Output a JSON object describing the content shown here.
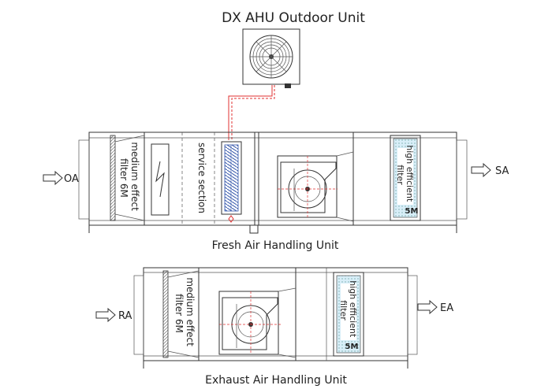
{
  "title": "DX AHU Outdoor Unit",
  "colors": {
    "line": "#333333",
    "refrigerant_pipe": "#e03030",
    "coil": "#3355aa",
    "filter_fill": "#cfe8f5"
  },
  "fresh_unit": {
    "label": "Fresh Air Handling Unit",
    "inlet": "OA",
    "outlet": "SA",
    "filter_line1": "medium effect",
    "filter_line2": "filter 6M",
    "service_label": "service section",
    "hepa_line1": "high efficient",
    "hepa_line2": "filter",
    "hepa_code": "5M"
  },
  "exhaust_unit": {
    "label": "Exhaust Air Handling Unit",
    "inlet": "RA",
    "outlet": "EA",
    "filter_line1": "medium effect",
    "filter_line2": "filter 6M",
    "hepa_line1": "high efficient",
    "hepa_line2": "filter",
    "hepa_code": "5M"
  }
}
